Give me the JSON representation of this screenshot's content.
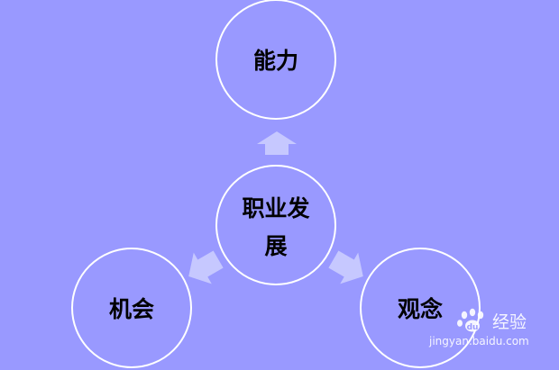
{
  "diagram": {
    "center_label_line1": "职业发",
    "center_label_line2": "展",
    "top_label": "能力",
    "left_label": "机会",
    "right_label": "观念"
  },
  "watermark": {
    "brand_text": "经验",
    "url_text": "jingyan.baidu.com"
  },
  "colors": {
    "background": "#9999ff",
    "circle_stroke": "#ffffff",
    "arrow_fill": "#c6c8ff",
    "label_text": "#000000"
  }
}
